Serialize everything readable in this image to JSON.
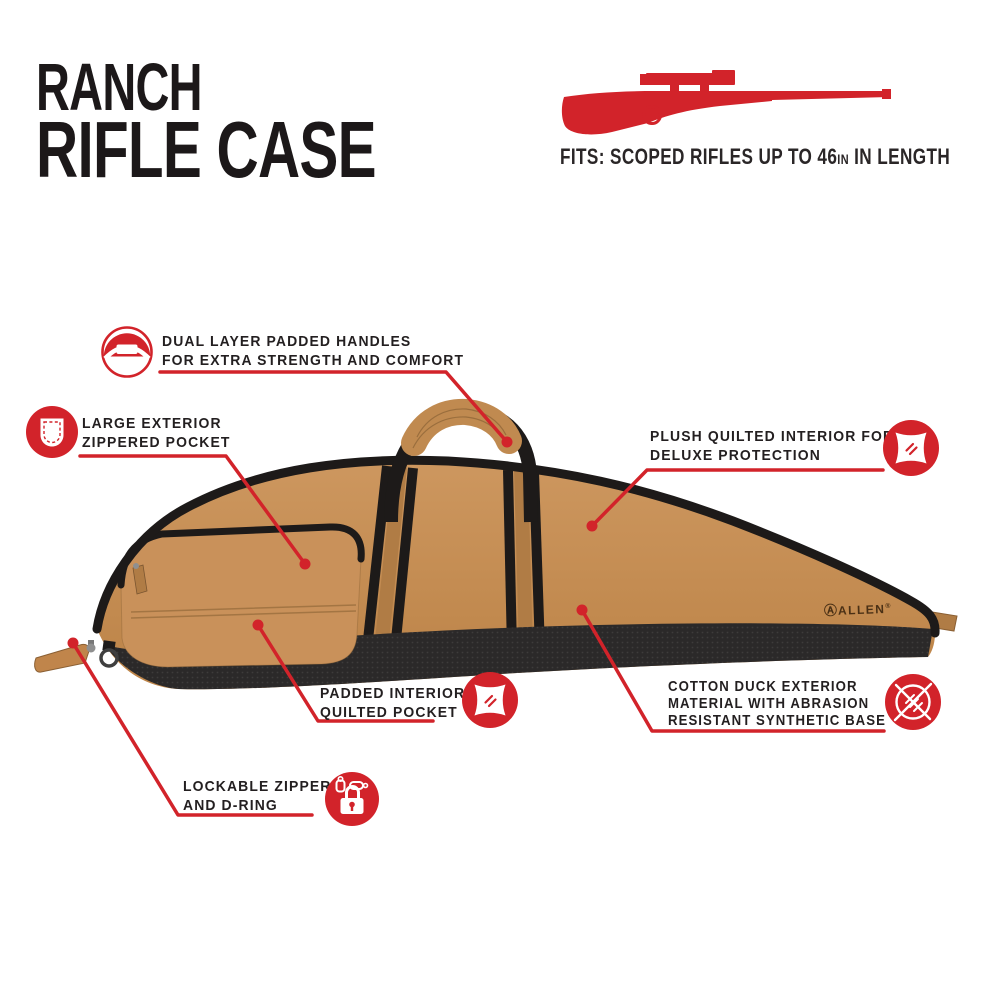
{
  "title": {
    "line1": "RANCH",
    "line2": "RIFLE CASE"
  },
  "fits": {
    "prefix": "FITS: SCOPED RIFLES UP TO 46",
    "unit": "IN",
    "suffix": " IN LENGTH"
  },
  "brand": {
    "mark": "Ⓐ",
    "name": "ALLEN",
    "reg": "®"
  },
  "callouts": [
    {
      "id": "handles",
      "icon": "handle-icon",
      "lines": [
        "DUAL LAYER PADDED HANDLES",
        "FOR EXTRA STRENGTH AND COMFORT"
      ]
    },
    {
      "id": "exterior-pocket",
      "icon": "pocket-icon",
      "lines": [
        "LARGE EXTERIOR",
        "ZIPPERED POCKET"
      ]
    },
    {
      "id": "quilted-interior",
      "icon": "pillow-icon",
      "lines": [
        "PLUSH QUILTED INTERIOR FOR",
        "DELUXE PROTECTION"
      ]
    },
    {
      "id": "interior-pocket",
      "icon": "pillow-icon",
      "lines": [
        "PADDED INTERIOR",
        "QUILTED POCKET"
      ]
    },
    {
      "id": "cotton-duck",
      "icon": "weave-icon",
      "lines": [
        "COTTON DUCK EXTERIOR",
        "MATERIAL WITH ABRASION",
        "RESISTANT SYNTHETIC BASE"
      ]
    },
    {
      "id": "lockable-zipper",
      "icon": "lock-icon",
      "lines": [
        "LOCKABLE ZIPPER",
        "AND D-RING"
      ]
    }
  ],
  "colors": {
    "accent_red": "#D2232A",
    "ink": "#231F20",
    "case_tan": "#C68C52",
    "strap_tan": "#B07C45",
    "trim_black": "#1D1A19",
    "base_black": "#2B2929"
  }
}
